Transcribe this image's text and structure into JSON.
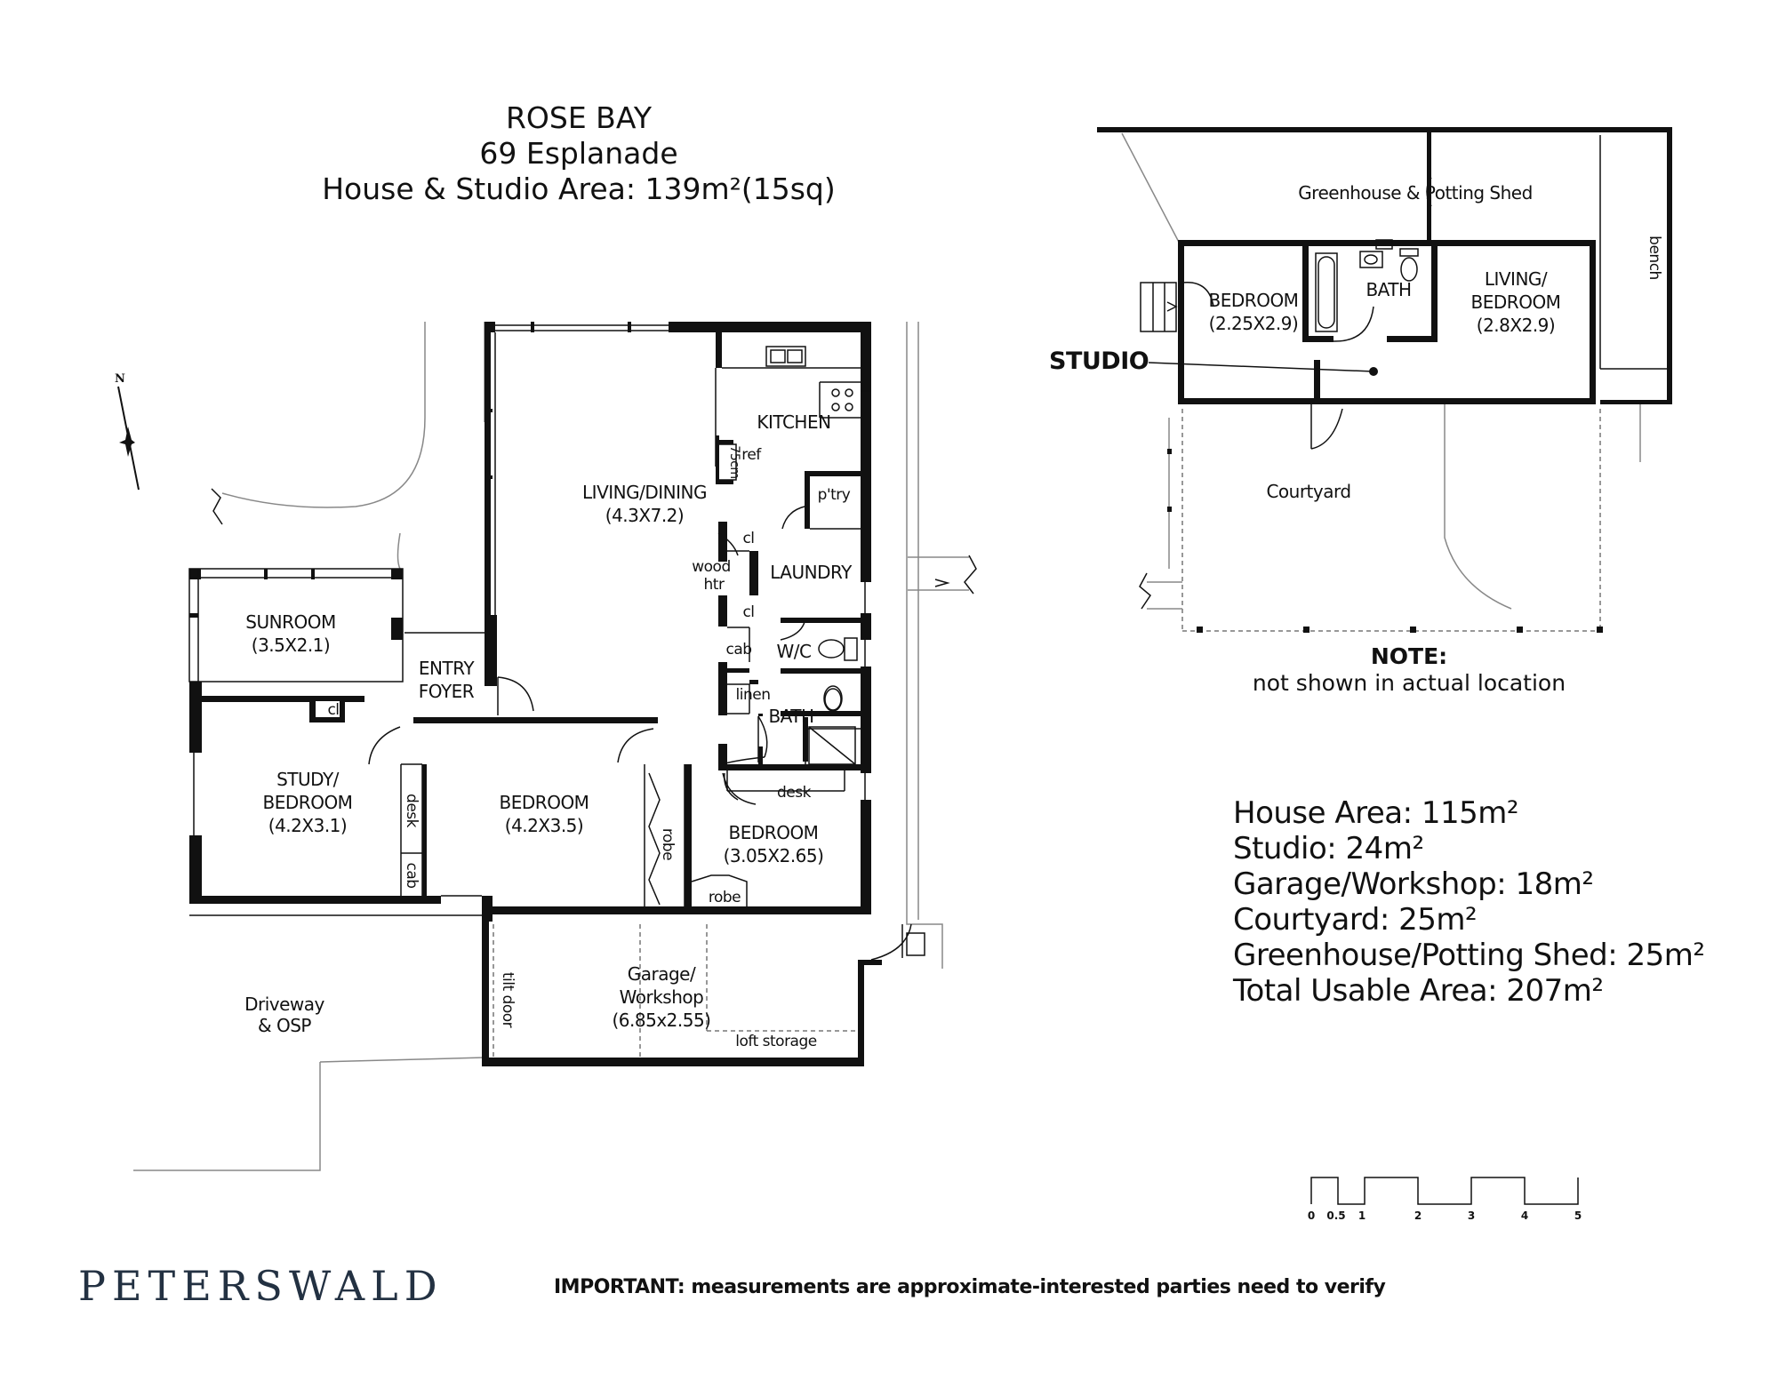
{
  "header": {
    "suburb": "ROSE BAY",
    "address": "69 Esplanade",
    "area_line": "House & Studio Area: 139m²(15sq)"
  },
  "compass": {
    "north_label": "N"
  },
  "house": {
    "rooms": {
      "living": {
        "name": "LIVING/DINING",
        "dims": "(4.3X7.2)"
      },
      "kitchen": {
        "name": "KITCHEN"
      },
      "ref": "ref",
      "fridge_width": "75cm",
      "pantry": "p'try",
      "laundry": "LAUNDRY",
      "closet_1": "cl",
      "closet_2": "cl",
      "closet_3": "cl",
      "wood_heater": [
        "wood",
        "htr"
      ],
      "wc": "W/C",
      "cab_wc": "cab",
      "linen": "linen",
      "bath": "BATH",
      "sunroom": {
        "name": "SUNROOM",
        "dims": "(3.5X2.1)"
      },
      "entry": [
        "ENTRY",
        "FOYER"
      ],
      "study": {
        "name": [
          "STUDY/",
          "BEDROOM"
        ],
        "dims": "(4.2X3.1)"
      },
      "desk_study": "desk",
      "cab_study": "cab",
      "bedroom2": {
        "name": "BEDROOM",
        "dims": "(4.2X3.5)"
      },
      "robe_bed2": "robe",
      "bedroom3": {
        "name": "BEDROOM",
        "dims": "(3.05X2.65)"
      },
      "desk_bed3": "desk",
      "robe_bed3": "robe",
      "garage": {
        "name": [
          "Garage/",
          "Workshop"
        ],
        "dims": "(6.85x2.55)"
      },
      "tilt_door": "tilt door",
      "loft": "loft storage",
      "driveway": [
        "Driveway",
        "& OSP"
      ]
    }
  },
  "studio": {
    "label": "STUDIO",
    "greenhouse": "Greenhouse & Potting Shed",
    "bench": "bench",
    "bedroom": {
      "name": "BEDROOM",
      "dims": "(2.25X2.9)"
    },
    "bath": "BATH",
    "living": {
      "name": [
        "LIVING/",
        "BEDROOM"
      ],
      "dims": "(2.8X2.9)"
    },
    "courtyard": "Courtyard",
    "note_title": "NOTE:",
    "note_text": "not shown in actual location"
  },
  "areas": [
    "House Area: 115m²",
    "Studio: 24m²",
    "Garage/Workshop: 18m²",
    "Courtyard: 25m²",
    "Greenhouse/Potting Shed: 25m²",
    "Total Usable Area: 207m²"
  ],
  "scale_bar": {
    "labels": [
      "0",
      "0.5",
      "1",
      "2",
      "3",
      "4",
      "5"
    ]
  },
  "footer": {
    "brand": "PETERSWALD",
    "disclaimer": "IMPORTANT: measurements are approximate-interested parties need to verify"
  }
}
